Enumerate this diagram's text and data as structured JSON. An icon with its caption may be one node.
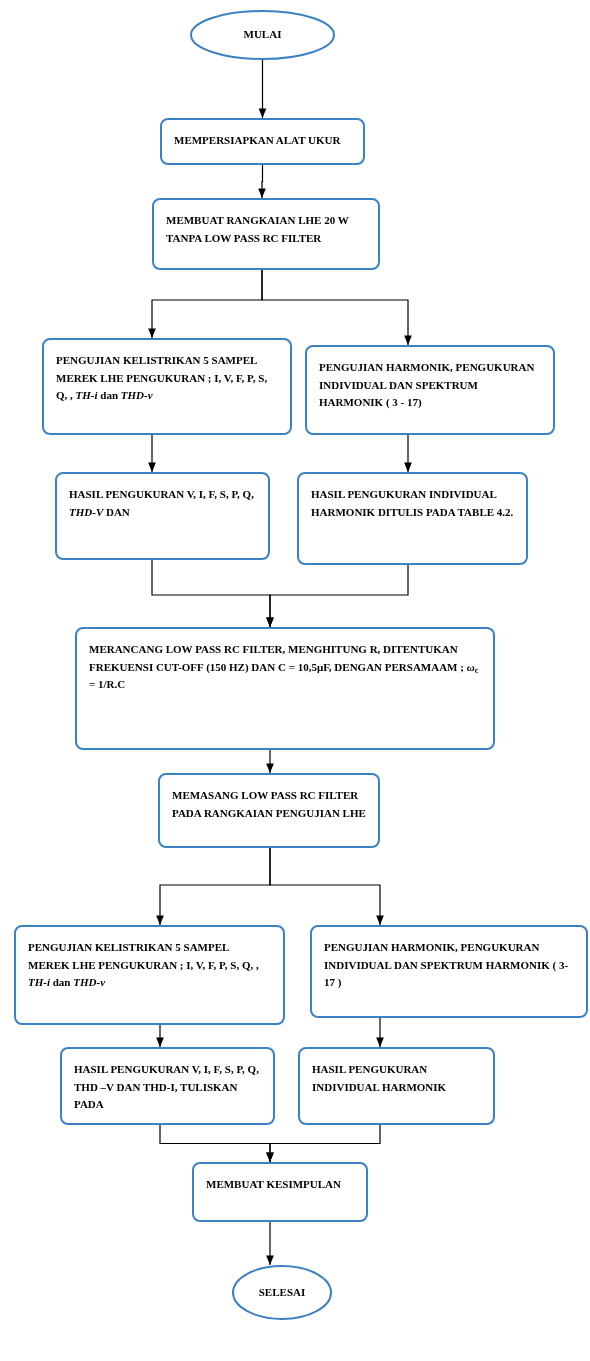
{
  "diagram": {
    "nodes": [
      {
        "text": [
          "MULAI"
        ]
      },
      {
        "text": [
          "MEMPERSIAPKAN ALAT UKUR"
        ]
      },
      {
        "text": [
          "MEMBUAT RANGKAIAN LHE 20 W TANPA LOW PASS RC FILTER"
        ]
      },
      {
        "text": [
          "PENGUJIAN KELISTRIKAN 5 SAMPEL MEREK LHE PENGUKURAN ; I, V, F, P, S, Q, , *TH-i* dan *THD-v*"
        ]
      },
      {
        "text": [
          "PENGUJIAN HARMONIK, PENGUKURAN INDIVIDUAL DAN SPEKTRUM HARMONIK ( 3 - 17)"
        ]
      },
      {
        "text": [
          "HASIL PENGUKURAN V, I, F, S, P, Q, *THD-V* DAN"
        ]
      },
      {
        "text": [
          "HASIL PENGUKURAN INDIVIDUAL HARMONIK DITULIS PADA TABLE 4.2."
        ]
      },
      {
        "text": [
          "MERANCANG LOW PASS RC FILTER, MENGHITUNG R, DITENTUKAN FREKUENSI CUT-OFF (150 HZ) DAN C = 10,5μF, DENGAN PERSAMAAM ; *ω*$_{c}$ = 1/R.C"
        ]
      },
      {
        "text": [
          "MEMASANG LOW PASS RC FILTER PADA RANGKAIAN PENGUJIAN LHE"
        ]
      },
      {
        "text": [
          "PENGUJIAN KELISTRIKAN 5 SAMPEL MEREK LHE PENGUKURAN ; I, V, F, P, S, Q, , *TH-i* dan *THD-v*"
        ]
      },
      {
        "text": [
          "PENGUJIAN HARMONIK, PENGUKURAN INDIVIDUAL DAN SPEKTRUM HARMONIK ( 3-17 )"
        ]
      },
      {
        "text": [
          "HASIL PENGUKURAN V, I, F, S, P, Q, THD –V DAN THD-I, TULISKAN PADA"
        ]
      },
      {
        "text": [
          "HASIL PENGUKURAN INDIVIDUAL HARMONIK"
        ]
      },
      {
        "text": [
          "MEMBUAT KESIMPULAN"
        ]
      },
      {
        "text": [
          "SELESAI"
        ]
      }
    ],
    "edges": [
      {
        "from": 0,
        "to": 1,
        "arrow": "to"
      },
      {
        "from": 1,
        "to": 2,
        "arrow": "to"
      },
      {
        "from": 2,
        "to": 3,
        "arrow": "to"
      },
      {
        "from": 2,
        "to": 4,
        "arrow": "to"
      },
      {
        "from": 3,
        "to": 5,
        "arrow": "to"
      },
      {
        "from": 4,
        "to": 6,
        "arrow": "to"
      },
      {
        "from": 5,
        "to": 7,
        "arrow": "to"
      },
      {
        "from": 6,
        "to": 7,
        "arrow": "to"
      },
      {
        "from": 7,
        "to": 8,
        "arrow": "to"
      },
      {
        "from": 8,
        "to": 9,
        "arrow": "to"
      },
      {
        "from": 8,
        "to": 10,
        "arrow": "to"
      },
      {
        "from": 9,
        "to": 11,
        "arrow": "to"
      },
      {
        "from": 10,
        "to": 12,
        "arrow": "to"
      },
      {
        "from": 11,
        "to": 13,
        "arrow": "to"
      },
      {
        "from": 12,
        "to": 13,
        "arrow": "to"
      },
      {
        "from": 13,
        "to": 14,
        "arrow": "to"
      }
    ]
  }
}
